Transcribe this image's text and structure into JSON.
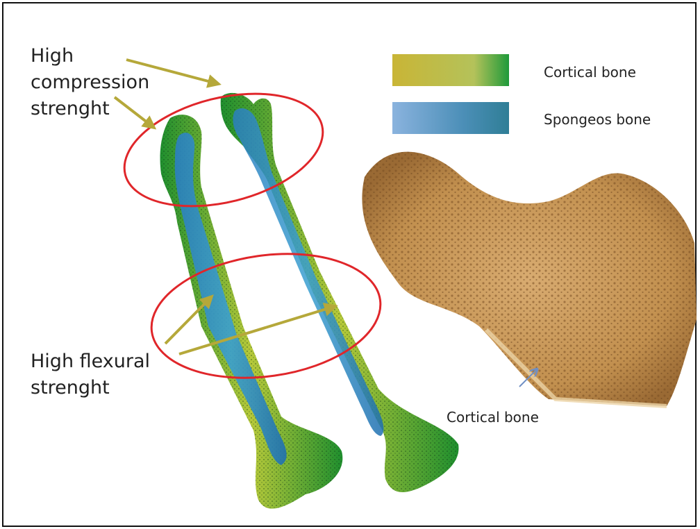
{
  "annotations": {
    "compression_label": [
      "High",
      "compression",
      "strenght"
    ],
    "flexural_label": [
      "High flexural",
      "strenght"
    ],
    "cortical_callout": "Cortical bone"
  },
  "legend": {
    "items": [
      {
        "label": "Cortical bone",
        "gradient": [
          "#c9b536",
          "#a8c04a",
          "#1f9a3a"
        ]
      },
      {
        "label": "Spongeos bone",
        "gradient": [
          "#8ab3de",
          "#4c8fb8",
          "#2f7e96"
        ]
      }
    ]
  },
  "colors": {
    "arrow": "#b5a83a",
    "ellipse": "#e0262a",
    "callout_arrow": "#6f8fc4",
    "bone_photo": "#c99a5e"
  }
}
